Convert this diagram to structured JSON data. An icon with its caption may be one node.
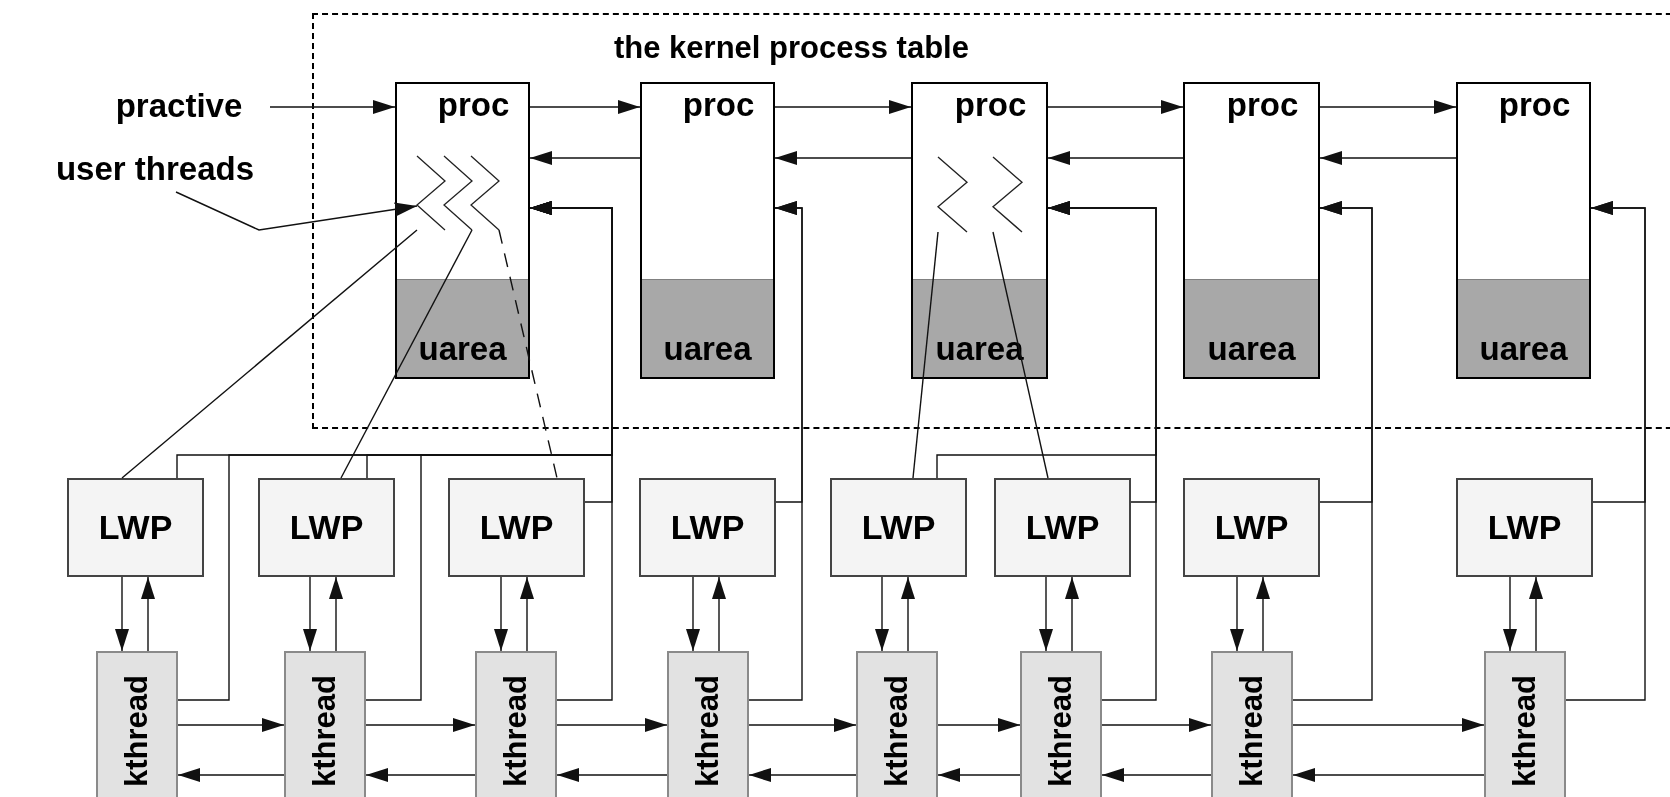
{
  "diagram": {
    "nodes": [
      {
        "text": [
          "the kernel process table"
        ]
      },
      {
        "text": [
          "practive"
        ]
      },
      {
        "text": [
          "user threads"
        ]
      },
      {
        "text": [
          "proc",
          "uarea"
        ],
        "in": 0
      },
      {
        "text": [],
        "shape": "zigzag",
        "in": 3
      },
      {
        "text": [],
        "shape": "zigzag",
        "in": 3
      },
      {
        "text": [],
        "shape": "zigzag",
        "in": 3
      },
      {
        "text": [
          "proc",
          "uarea"
        ],
        "in": 0
      },
      {
        "text": [
          "proc",
          "uarea"
        ],
        "in": 0
      },
      {
        "text": [],
        "shape": "zigzag",
        "in": 8
      },
      {
        "text": [],
        "shape": "zigzag",
        "in": 8
      },
      {
        "text": [
          "proc",
          "uarea"
        ],
        "in": 0
      },
      {
        "text": [
          "proc",
          "uarea"
        ],
        "in": 0
      },
      {
        "text": [
          "LWP"
        ]
      },
      {
        "text": [
          "LWP"
        ]
      },
      {
        "text": [
          "LWP"
        ]
      },
      {
        "text": [
          "LWP"
        ]
      },
      {
        "text": [
          "LWP"
        ]
      },
      {
        "text": [
          "LWP"
        ]
      },
      {
        "text": [
          "LWP"
        ]
      },
      {
        "text": [
          "LWP"
        ]
      },
      {
        "text": [
          "kthread"
        ]
      },
      {
        "text": [
          "kthread"
        ]
      },
      {
        "text": [
          "kthread"
        ]
      },
      {
        "text": [
          "kthread"
        ]
      },
      {
        "text": [
          "kthread"
        ]
      },
      {
        "text": [
          "kthread"
        ]
      },
      {
        "text": [
          "kthread"
        ]
      },
      {
        "text": [
          "kthread"
        ]
      }
    ],
    "edges": [
      {
        "from": 1,
        "to": 3,
        "arrow": "to"
      },
      {
        "from": 3,
        "to": 7,
        "arrow": "to"
      },
      {
        "from": 7,
        "to": 8,
        "arrow": "to"
      },
      {
        "from": 8,
        "to": 11,
        "arrow": "to"
      },
      {
        "from": 11,
        "to": 12,
        "arrow": "to"
      },
      {
        "from": 7,
        "to": 3,
        "arrow": "to"
      },
      {
        "from": 8,
        "to": 7,
        "arrow": "to"
      },
      {
        "from": 11,
        "to": 8,
        "arrow": "to"
      },
      {
        "from": 12,
        "to": 11,
        "arrow": "to"
      },
      {
        "from": 2,
        "to": 4,
        "arrow": "to"
      },
      {
        "from": 4,
        "to": 13,
        "arrow": "none"
      },
      {
        "from": 5,
        "to": 14,
        "arrow": "none"
      },
      {
        "from": 6,
        "to": 15,
        "arrow": "none",
        "style": "dashed"
      },
      {
        "from": 9,
        "to": 17,
        "arrow": "none"
      },
      {
        "from": 10,
        "to": 18,
        "arrow": "none"
      },
      {
        "from": 13,
        "to": 21,
        "arrow": "to"
      },
      {
        "from": 21,
        "to": 13,
        "arrow": "to"
      },
      {
        "from": 14,
        "to": 22,
        "arrow": "to"
      },
      {
        "from": 22,
        "to": 14,
        "arrow": "to"
      },
      {
        "from": 15,
        "to": 23,
        "arrow": "to"
      },
      {
        "from": 23,
        "to": 15,
        "arrow": "to"
      },
      {
        "from": 16,
        "to": 24,
        "arrow": "to"
      },
      {
        "from": 24,
        "to": 16,
        "arrow": "to"
      },
      {
        "from": 17,
        "to": 25,
        "arrow": "to"
      },
      {
        "from": 25,
        "to": 17,
        "arrow": "to"
      },
      {
        "from": 18,
        "to": 26,
        "arrow": "to"
      },
      {
        "from": 26,
        "to": 18,
        "arrow": "to"
      },
      {
        "from": 19,
        "to": 27,
        "arrow": "to"
      },
      {
        "from": 27,
        "to": 19,
        "arrow": "to"
      },
      {
        "from": 20,
        "to": 28,
        "arrow": "to"
      },
      {
        "from": 28,
        "to": 20,
        "arrow": "to"
      },
      {
        "from": 21,
        "to": 22,
        "arrow": "to"
      },
      {
        "from": 22,
        "to": 23,
        "arrow": "to"
      },
      {
        "from": 23,
        "to": 24,
        "arrow": "to"
      },
      {
        "from": 24,
        "to": 25,
        "arrow": "to"
      },
      {
        "from": 25,
        "to": 26,
        "arrow": "to"
      },
      {
        "from": 26,
        "to": 27,
        "arrow": "to"
      },
      {
        "from": 27,
        "to": 28,
        "arrow": "to"
      },
      {
        "from": 22,
        "to": 21,
        "arrow": "to"
      },
      {
        "from": 23,
        "to": 22,
        "arrow": "to"
      },
      {
        "from": 24,
        "to": 23,
        "arrow": "to"
      },
      {
        "from": 25,
        "to": 24,
        "arrow": "to"
      },
      {
        "from": 26,
        "to": 25,
        "arrow": "to"
      },
      {
        "from": 27,
        "to": 26,
        "arrow": "to"
      },
      {
        "from": 28,
        "to": 27,
        "arrow": "to"
      },
      {
        "from": 13,
        "to": 3,
        "arrow": "to"
      },
      {
        "from": 14,
        "to": 3,
        "arrow": "to"
      },
      {
        "from": 15,
        "to": 3,
        "arrow": "to"
      },
      {
        "from": 21,
        "to": 3,
        "arrow": "to"
      },
      {
        "from": 22,
        "to": 3,
        "arrow": "to"
      },
      {
        "from": 23,
        "to": 3,
        "arrow": "to"
      },
      {
        "from": 16,
        "to": 7,
        "arrow": "to"
      },
      {
        "from": 24,
        "to": 7,
        "arrow": "to"
      },
      {
        "from": 17,
        "to": 8,
        "arrow": "to"
      },
      {
        "from": 18,
        "to": 8,
        "arrow": "to"
      },
      {
        "from": 26,
        "to": 8,
        "arrow": "to"
      },
      {
        "from": 19,
        "to": 11,
        "arrow": "to"
      },
      {
        "from": 27,
        "to": 11,
        "arrow": "to"
      },
      {
        "from": 20,
        "to": 12,
        "arrow": "to"
      },
      {
        "from": 28,
        "to": 12,
        "arrow": "to"
      }
    ]
  }
}
